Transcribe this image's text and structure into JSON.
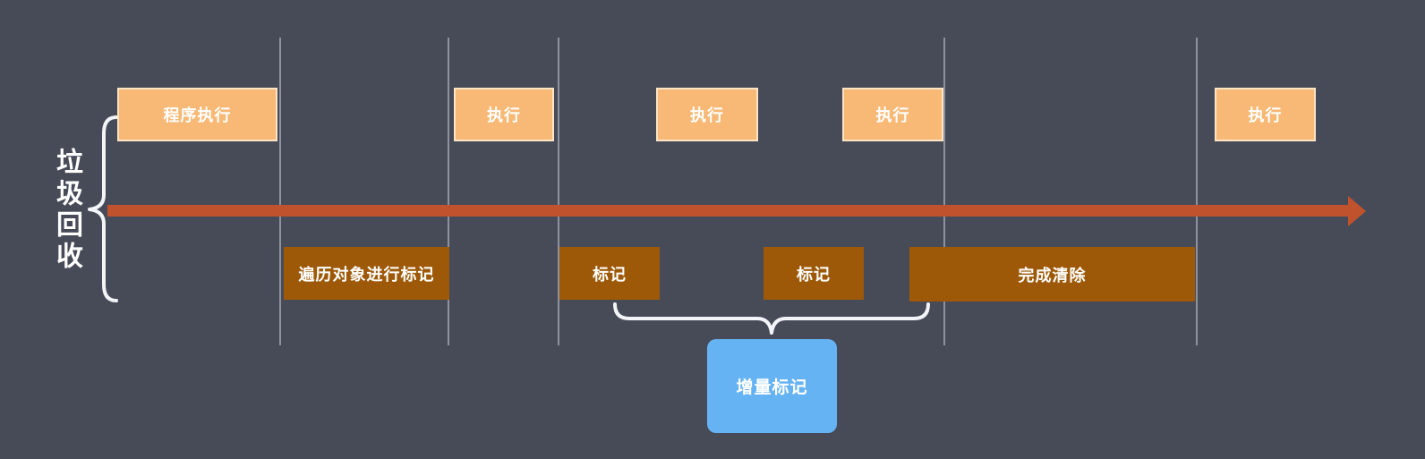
{
  "diagram": {
    "group_label": "垃圾回收",
    "top_row": [
      {
        "label": "程序执行"
      },
      {
        "label": "执行"
      },
      {
        "label": "执行"
      },
      {
        "label": "执行"
      },
      {
        "label": "执行"
      }
    ],
    "bottom_row": [
      {
        "label": "遍历对象进行标记"
      },
      {
        "label": "标记"
      },
      {
        "label": "标记"
      },
      {
        "label": "完成清除"
      }
    ],
    "callout": {
      "label": "增量标记"
    }
  },
  "colors": {
    "background": "#474B58",
    "execution_box_fill": "#F7B975",
    "execution_box_border": "#FFF3E0",
    "mark_box_fill": "#9D5908",
    "timeline_arrow": "#C0522D",
    "incremental_box_fill": "#66B3F4",
    "divider_line": "#C9CED8",
    "brace_stroke": "#F2F4F8",
    "label_text": "#FFFFFF"
  }
}
